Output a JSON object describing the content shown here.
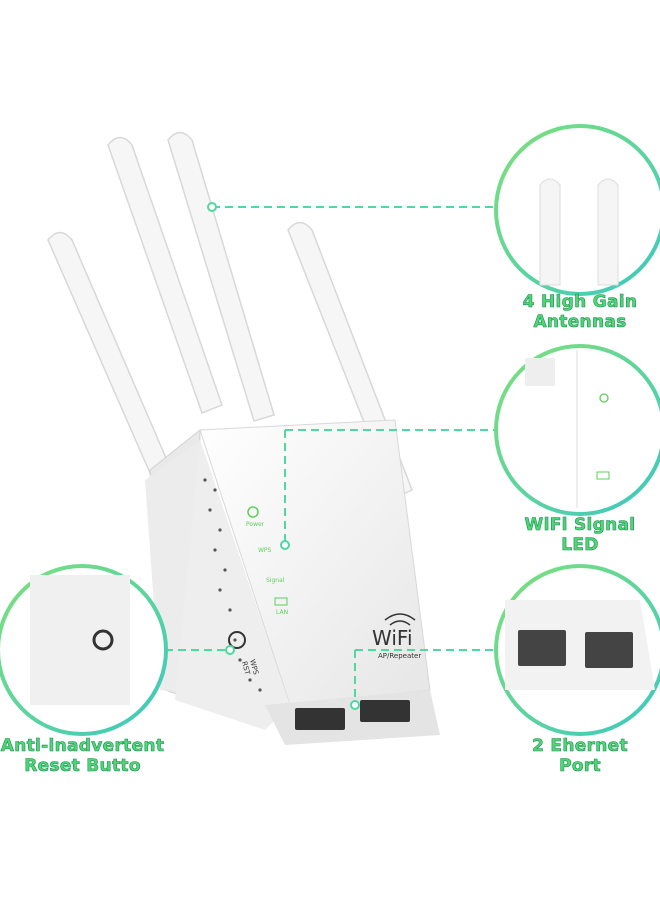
{
  "callouts": [
    {
      "line1": "4 High Gain",
      "line2": "Antennas"
    },
    {
      "line1": "WiFi Signal",
      "line2": "LED"
    },
    {
      "line1": "Anti-inadvertent",
      "line2": "Reset Butto"
    },
    {
      "line1": "2 Ehernet",
      "line2": "Port"
    }
  ],
  "device": {
    "leds": [
      "Power",
      "WPS",
      "Signal",
      "LAN"
    ],
    "brand": "WiFi",
    "model": "AP/Repeater",
    "button_label_1": "WPS",
    "button_label_2": "RST"
  },
  "colors": {
    "accent_green": "#4fd872",
    "accent_teal": "#3cc9c0",
    "device_white": "#f4f4f4"
  }
}
